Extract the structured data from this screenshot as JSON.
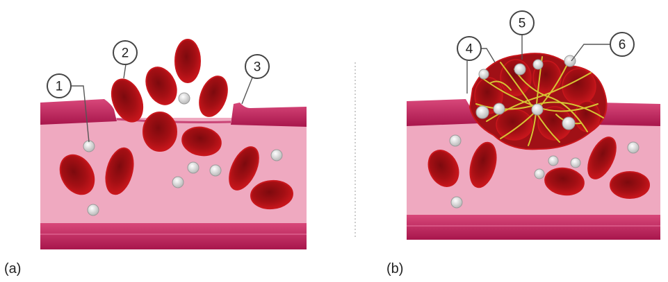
{
  "panels": {
    "a": {
      "label": "(a)"
    },
    "b": {
      "label": "(b)"
    }
  },
  "callouts": [
    "1",
    "2",
    "3",
    "4",
    "5",
    "6"
  ],
  "colors": {
    "vessel_wall": "#c2245a",
    "vessel_wall_dark": "#9e1546",
    "lumen": "#efa9c0",
    "red_cell": "#b10e14",
    "red_cell_core": "#8a0a0e",
    "platelet": "#dcdcdc",
    "fibrin": "#d6c534"
  }
}
